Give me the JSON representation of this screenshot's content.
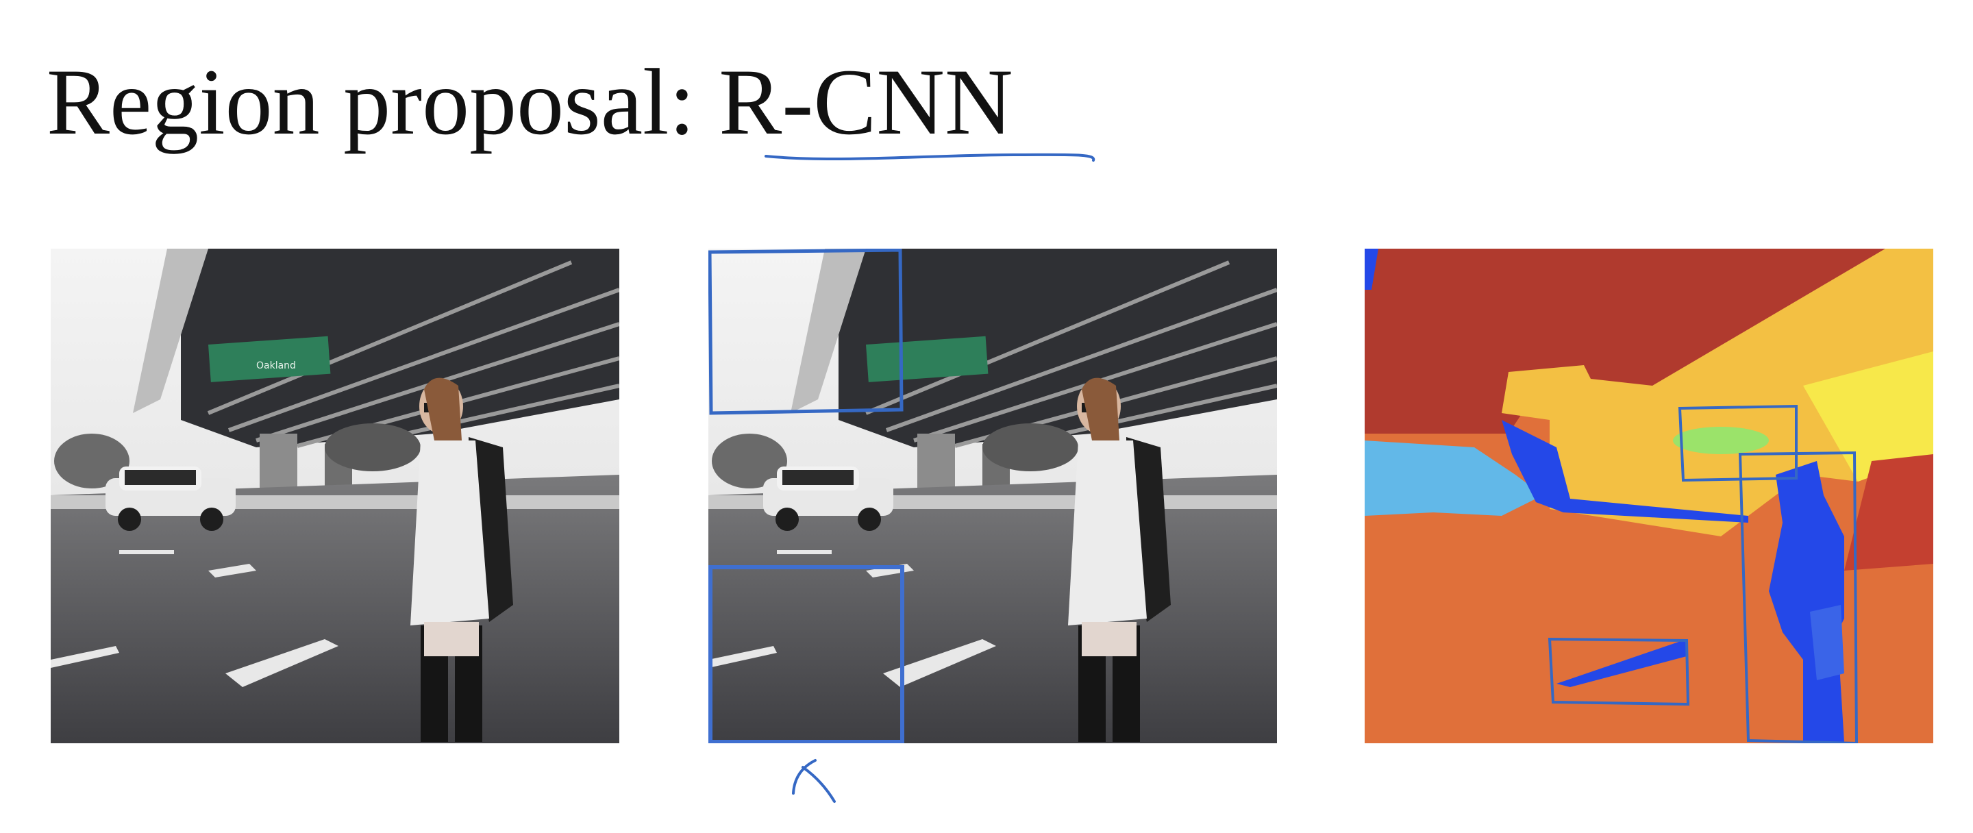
{
  "slide": {
    "title_prefix": "Region proposal: ",
    "title_accent": "R-CNN"
  },
  "panels": [
    {
      "name": "original-photo"
    },
    {
      "name": "photo-with-drawn-boxes"
    },
    {
      "name": "segmentation-map"
    }
  ],
  "photo": {
    "sign_text": "Oakland"
  },
  "colors": {
    "ink": "#3a62b8",
    "box_blue": "#3f6fd0",
    "seg_red": "#b03a2e",
    "seg_orange": "#e0703a",
    "seg_yellow": "#f3c043",
    "seg_bright_yellow": "#f7e84a",
    "seg_light_blue": "#62b8e8",
    "seg_blue": "#2448e8",
    "seg_green": "#9be36a"
  },
  "annotations": {
    "pen_color": "#3568c4"
  }
}
